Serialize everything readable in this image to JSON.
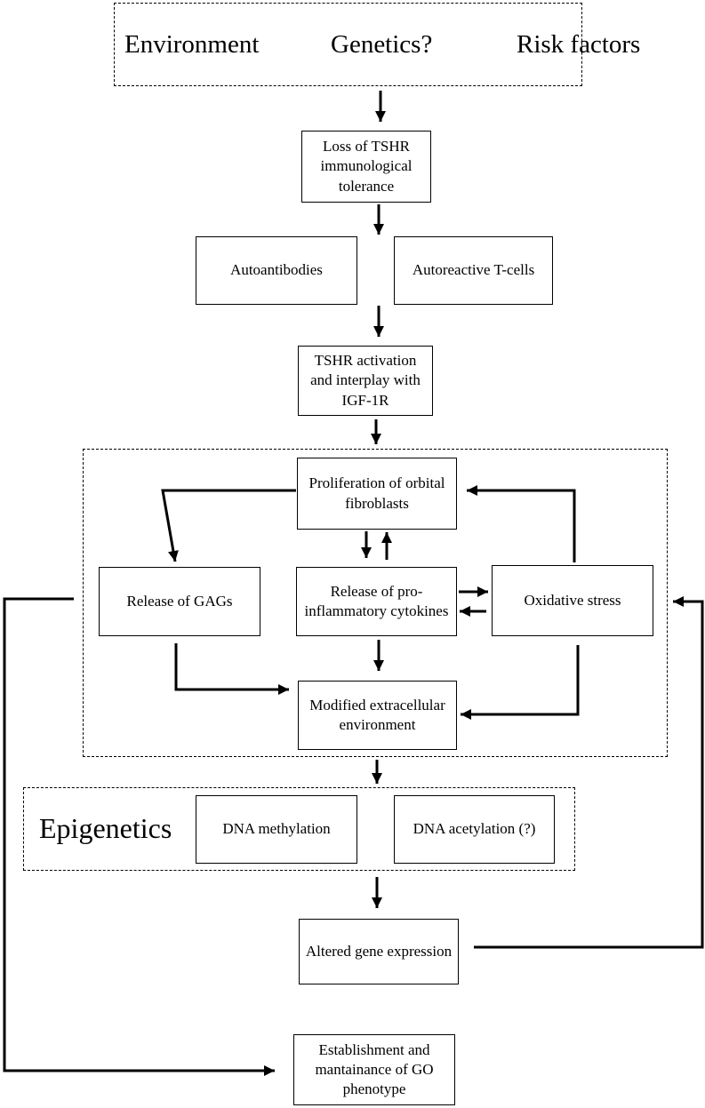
{
  "header": {
    "environment": "Environment",
    "genetics": "Genetics?",
    "risk_factors": "Risk factors"
  },
  "boxes": {
    "loss_tolerance": "Loss of TSHR immunological tolerance",
    "autoantibodies": "Autoantibodies",
    "autoreactive_tcells": "Autoreactive T-cells",
    "tshr_activation": "TSHR activation and interplay with IGF-1R",
    "proliferation": "Proliferation of orbital fibroblasts",
    "release_gags": "Release of GAGs",
    "release_cytokines": "Release of pro-inflammatory cytokines",
    "oxidative_stress": "Oxidative stress",
    "modified_env": "Modified extracellular environment",
    "dna_methylation": "DNA methylation",
    "dna_acetylation": "DNA acetylation (?)",
    "altered_gene": "Altered gene expression",
    "establishment": "Establishment and mantainance of GO phenotype"
  },
  "epigenetics": {
    "label": "Epigenetics"
  }
}
